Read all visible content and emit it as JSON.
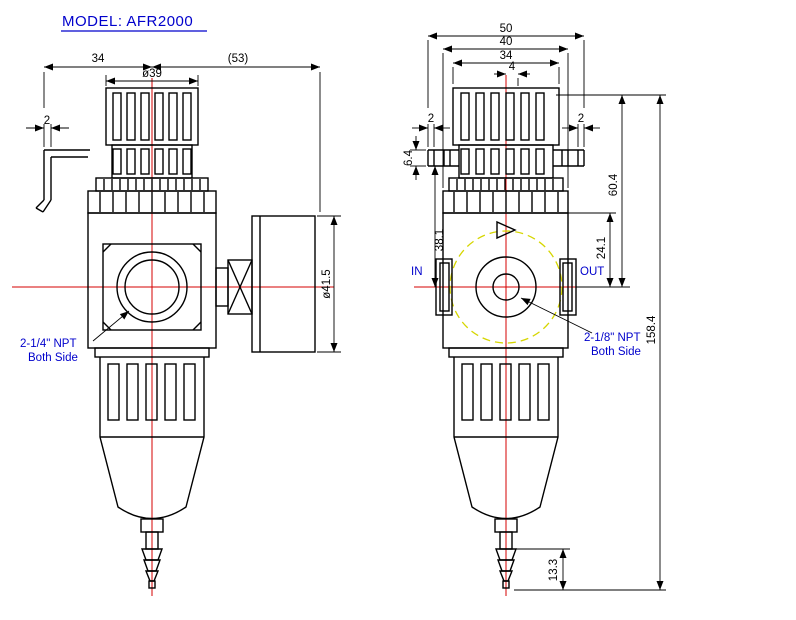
{
  "title": "MODEL: AFR2000",
  "colors": {
    "outline": "#000000",
    "centerline": "#d40000",
    "accent": "#0000cc",
    "phantom": "#d6d600",
    "background": "#ffffff"
  },
  "front_view": {
    "dims": {
      "bracket_to_center": "34",
      "center_to_gauge_face": "(53)",
      "knob_diameter": "ø39",
      "bracket_thickness": "2",
      "gauge_diameter": "ø41.5"
    },
    "port_note": {
      "line1": "2-1/4\" NPT",
      "line2": "Both Side"
    }
  },
  "side_view": {
    "dims": {
      "overall_width": "50",
      "body_width": "40",
      "knob_width": "34",
      "gauge_port_offset": "4",
      "bracket_tab_left": "2",
      "bracket_tab_right": "2",
      "bracket_plate_height": "6.4",
      "bracket_to_port_center": "38.1",
      "top_to_port_center": "60.4",
      "body_top_to_port_center": "24.1",
      "overall_height": "158.4",
      "drain_length": "13.3"
    },
    "port_in": "IN",
    "port_out": "OUT",
    "port_note": {
      "line1": "2-1/8\" NPT",
      "line2": "Both Side"
    }
  }
}
